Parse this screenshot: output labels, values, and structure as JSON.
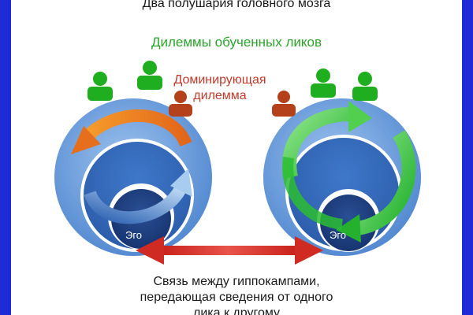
{
  "title": "Два полушария головного мозга",
  "learned_faces": "Дилеммы обученных ликов",
  "dominant_dilemma": "Доминирующая дилемма",
  "ego_left": "Эго",
  "ego_right": "Эго",
  "bottom_line1": "Связь между гиппокампами,",
  "bottom_line2": "передающая сведения от одного",
  "bottom_line3": "лика к другому",
  "colors": {
    "frame": "#1f2bd6",
    "green_person": "#1fae1f",
    "red_person": "#b5401c",
    "orange_arrow": "#ee7a1e",
    "green_arrow": "#2fc43a",
    "connector": "#d8251c"
  }
}
